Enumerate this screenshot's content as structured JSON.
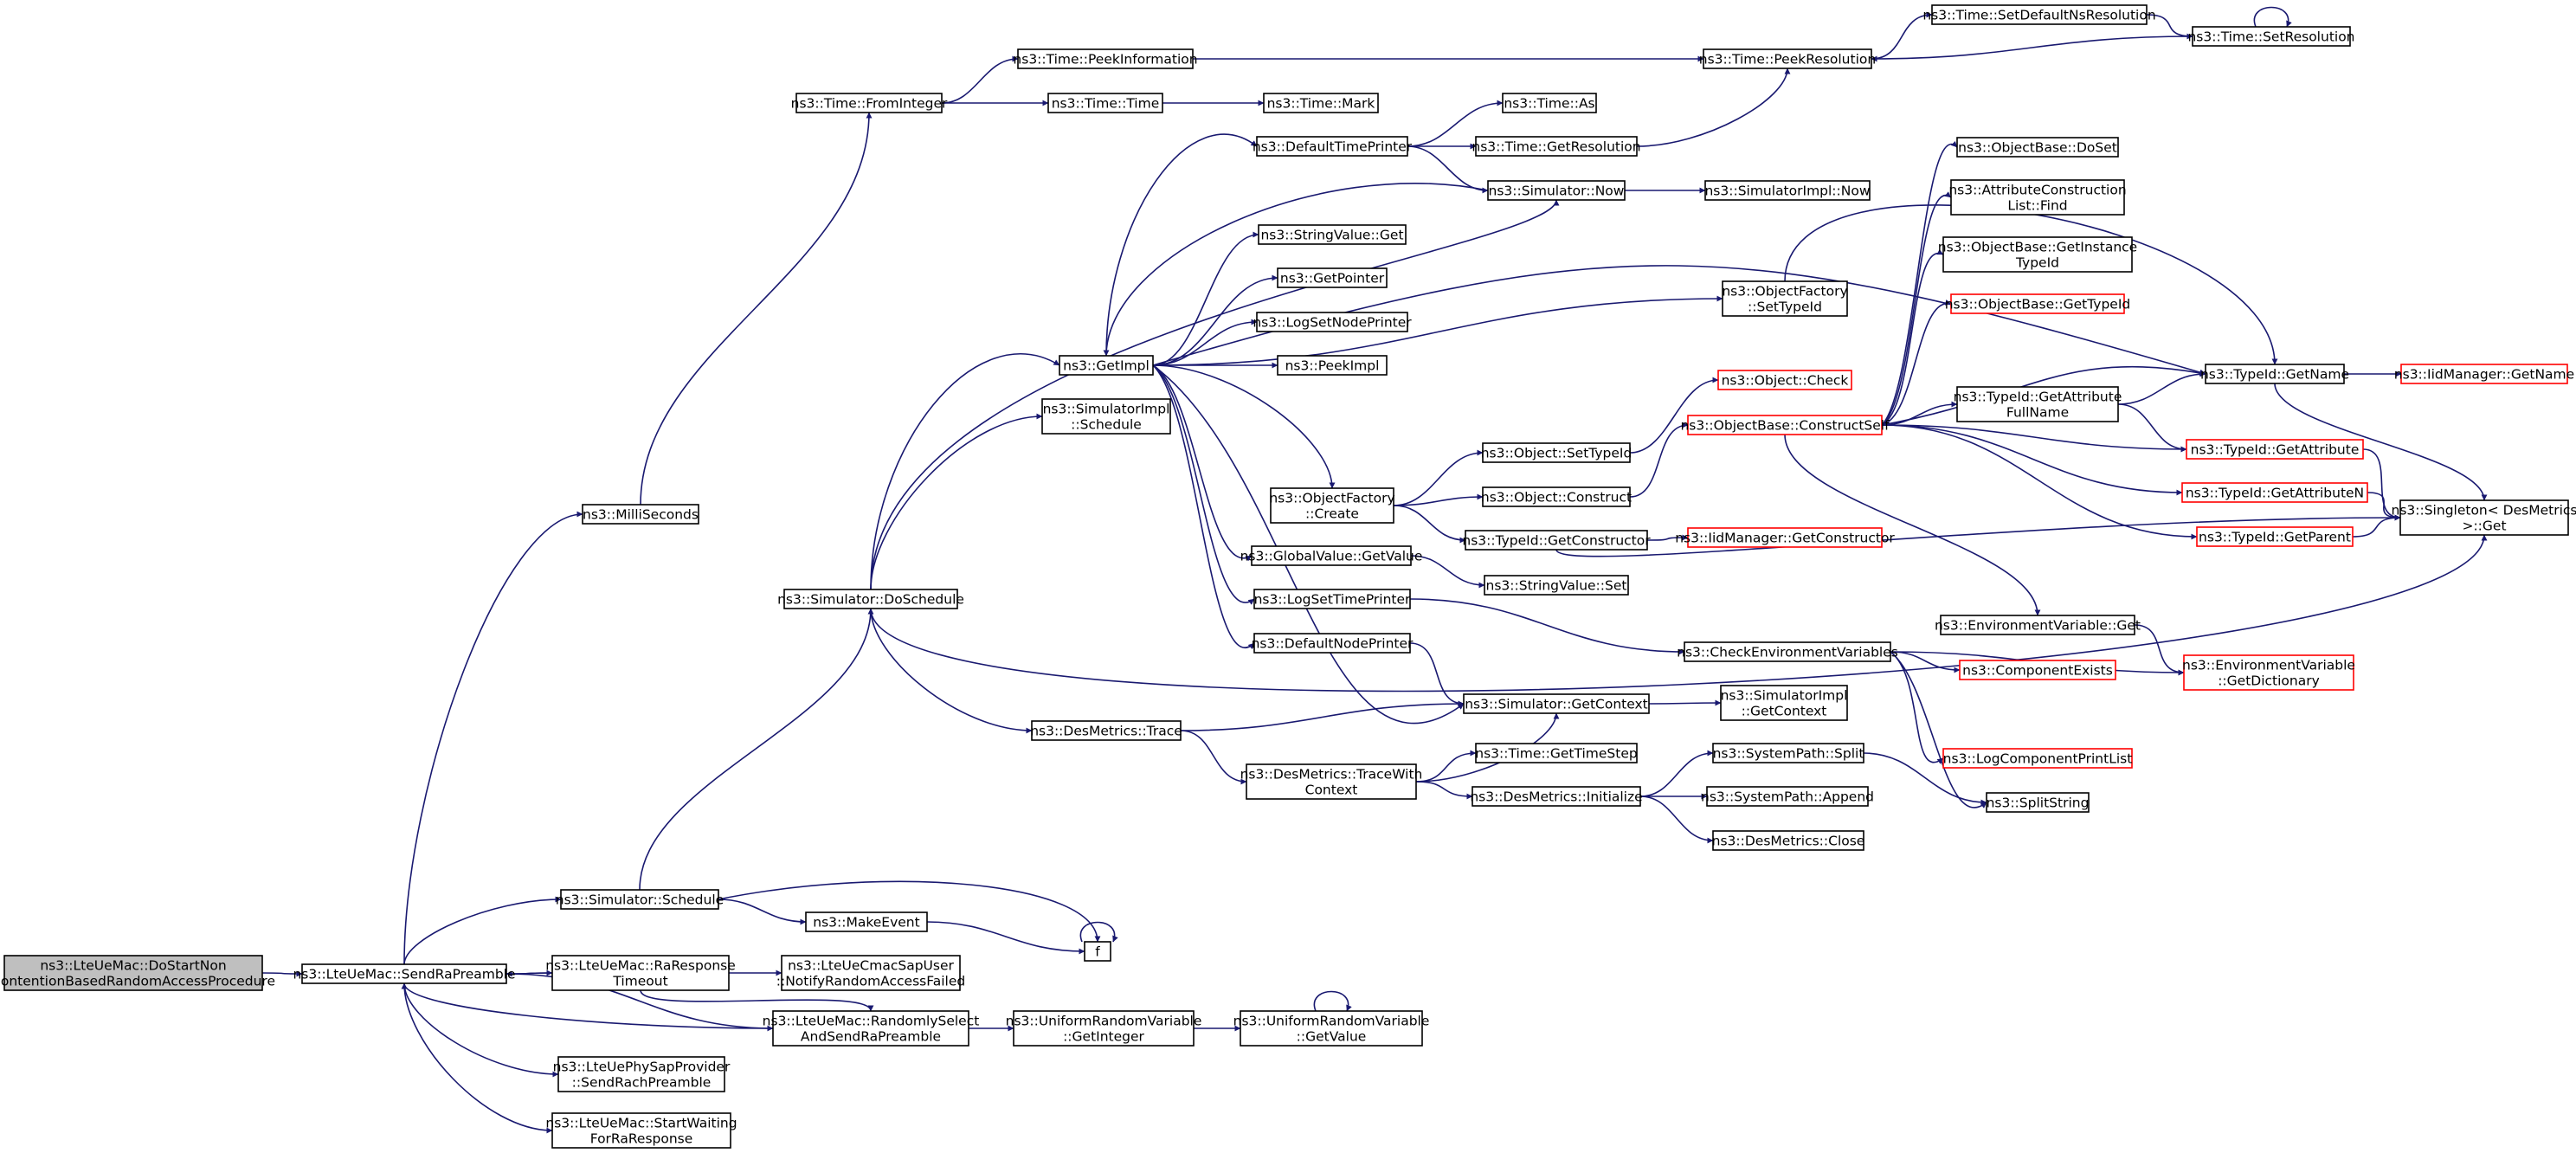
{
  "colors": {
    "edge": "#191970",
    "node_border": "#000000",
    "truncated_border": "#ff0000",
    "root_fill": "#bfbfbf",
    "node_fill": "#ffffff"
  },
  "nodes": {
    "root": [
      "ns3::LteUeMac::DoStartNon",
      "ContentionBasedRandomAccessProcedure"
    ],
    "sendRaPreamble": [
      "ns3::LteUeMac::SendRaPreamble"
    ],
    "milliSeconds": [
      "ns3::MilliSeconds"
    ],
    "fromInteger": [
      "ns3::Time::FromInteger"
    ],
    "peekInformation": [
      "ns3::Time::PeekInformation"
    ],
    "timeTime": [
      "ns3::Time::Time"
    ],
    "timeMark": [
      "ns3::Time::Mark"
    ],
    "peekResolution": [
      "ns3::Time::PeekResolution"
    ],
    "setDefaultNsResolution": [
      "ns3::Time::SetDefaultNsResolution"
    ],
    "setResolution": [
      "ns3::Time::SetResolution"
    ],
    "timeAs": [
      "ns3::Time::As"
    ],
    "defaultTimePrinter": [
      "ns3::DefaultTimePrinter"
    ],
    "getResolution": [
      "ns3::Time::GetResolution"
    ],
    "simulatorNow": [
      "ns3::Simulator::Now"
    ],
    "simulatorImplNow": [
      "ns3::SimulatorImpl::Now"
    ],
    "stringValueGet": [
      "ns3::StringValue::Get"
    ],
    "getPointer": [
      "ns3::GetPointer"
    ],
    "logSetNodePrinter": [
      "ns3::LogSetNodePrinter"
    ],
    "peekImpl": [
      "ns3::PeekImpl"
    ],
    "getImpl": [
      "ns3::GetImpl"
    ],
    "simImplSchedule": [
      "ns3::SimulatorImpl",
      "::Schedule"
    ],
    "objectFactoryCreate": [
      "ns3::ObjectFactory",
      "::Create"
    ],
    "globalValueGetValue": [
      "ns3::GlobalValue::GetValue"
    ],
    "logSetTimePrinter": [
      "ns3::LogSetTimePrinter"
    ],
    "defaultNodePrinter": [
      "ns3::DefaultNodePrinter"
    ],
    "doSchedule": [
      "ns3::Simulator::DoSchedule"
    ],
    "desMetricsTrace": [
      "ns3::DesMetrics::Trace"
    ],
    "traceWithContext": [
      "ns3::DesMetrics::TraceWith",
      "Context"
    ],
    "getTimeStep": [
      "ns3::Time::GetTimeStep"
    ],
    "desMetricsInitialize": [
      "ns3::DesMetrics::Initialize"
    ],
    "systemPathSplit": [
      "ns3::SystemPath::Split"
    ],
    "systemPathAppend": [
      "ns3::SystemPath::Append"
    ],
    "desMetricsClose": [
      "ns3::DesMetrics::Close"
    ],
    "splitString": [
      "ns3::SplitString"
    ],
    "simulatorGetContext": [
      "ns3::Simulator::GetContext"
    ],
    "simImplGetContext": [
      "ns3::SimulatorImpl",
      "::GetContext"
    ],
    "objectFactorySetTypeId": [
      "ns3::ObjectFactory",
      "::SetTypeId"
    ],
    "objectCheck": [
      "ns3::Object::Check"
    ],
    "objectSetTypeId": [
      "ns3::Object::SetTypeId"
    ],
    "objectConstruct": [
      "ns3::Object::Construct"
    ],
    "typeIdGetConstructor": [
      "ns3::TypeId::GetConstructor"
    ],
    "iidGetConstructor": [
      "ns3::IidManager::GetConstructor"
    ],
    "stringValueSet": [
      "ns3::StringValue::Set"
    ],
    "checkEnvVars": [
      "ns3::CheckEnvironmentVariables"
    ],
    "componentExists": [
      "ns3::ComponentExists"
    ],
    "logComponentPrintList": [
      "ns3::LogComponentPrintList"
    ],
    "envVarGetDictionary": [
      "ns3::EnvironmentVariable",
      "::GetDictionary"
    ],
    "envVarGet": [
      "ns3::EnvironmentVariable::Get"
    ],
    "constructSelf": [
      "ns3::ObjectBase::ConstructSelf"
    ],
    "objectBaseDoSet": [
      "ns3::ObjectBase::DoSet"
    ],
    "attrConstructionListFind": [
      "ns3::AttributeConstruction",
      "List::Find"
    ],
    "objectBaseGetInstanceTypeId": [
      "ns3::ObjectBase::GetInstance",
      "TypeId"
    ],
    "objectBaseGetTypeId": [
      "ns3::ObjectBase::GetTypeId"
    ],
    "typeIdGetAttributeFullName": [
      "ns3::TypeId::GetAttribute",
      "FullName"
    ],
    "typeIdGetName": [
      "ns3::TypeId::GetName"
    ],
    "iidManagerGetName": [
      "ns3::IidManager::GetName"
    ],
    "typeIdGetAttribute": [
      "ns3::TypeId::GetAttribute"
    ],
    "typeIdGetAttributeN": [
      "ns3::TypeId::GetAttributeN"
    ],
    "typeIdGetParent": [
      "ns3::TypeId::GetParent"
    ],
    "singletonGet": [
      "ns3::Singleton< DesMetrics",
      " >::Get"
    ],
    "simulatorSchedule": [
      "ns3::Simulator::Schedule"
    ],
    "makeEvent": [
      "ns3::MakeEvent"
    ],
    "f": [
      "f"
    ],
    "raResponseTimeout": [
      "ns3::LteUeMac::RaResponse",
      "Timeout"
    ],
    "notifyRandomAccessFailed": [
      "ns3::LteUeCmacSapUser",
      "::NotifyRandomAccessFailed"
    ],
    "randomlySelect": [
      "ns3::LteUeMac::RandomlySelect",
      "AndSendRaPreamble"
    ],
    "uniformGetInteger": [
      "ns3::UniformRandomVariable",
      "::GetInteger"
    ],
    "uniformGetValue": [
      "ns3::UniformRandomVariable",
      "::GetValue"
    ],
    "sendRachPreamble": [
      "ns3::LteUePhySapProvider",
      "::SendRachPreamble"
    ],
    "startWaiting": [
      "ns3::LteUeMac::StartWaiting",
      "ForRaResponse"
    ]
  }
}
